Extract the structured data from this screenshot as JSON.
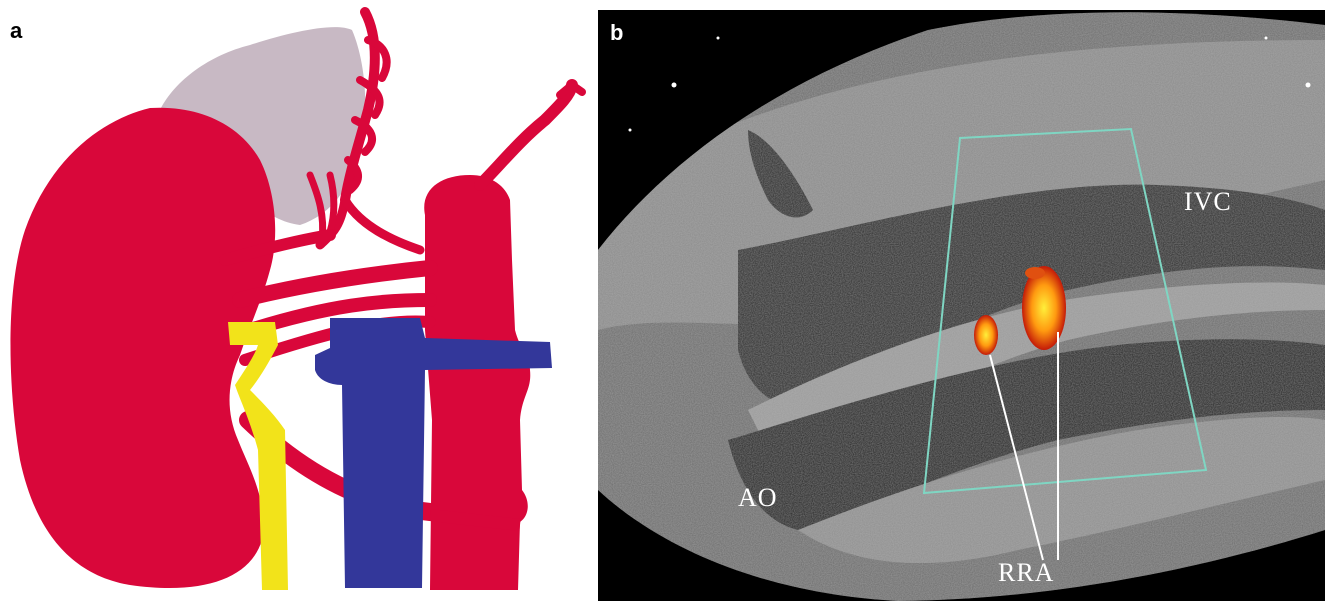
{
  "panel_a": {
    "label": "a"
  },
  "panel_b": {
    "label": "b",
    "labels": {
      "ivc": "IVC",
      "ao": "AO",
      "rra": "RRA"
    }
  },
  "colors": {
    "kidney_artery": "#d9073a",
    "adrenal": "#c8b9c4",
    "vein": "#33379a",
    "ureter": "#f2e31a",
    "doppler_box": "#7fd6c3"
  }
}
